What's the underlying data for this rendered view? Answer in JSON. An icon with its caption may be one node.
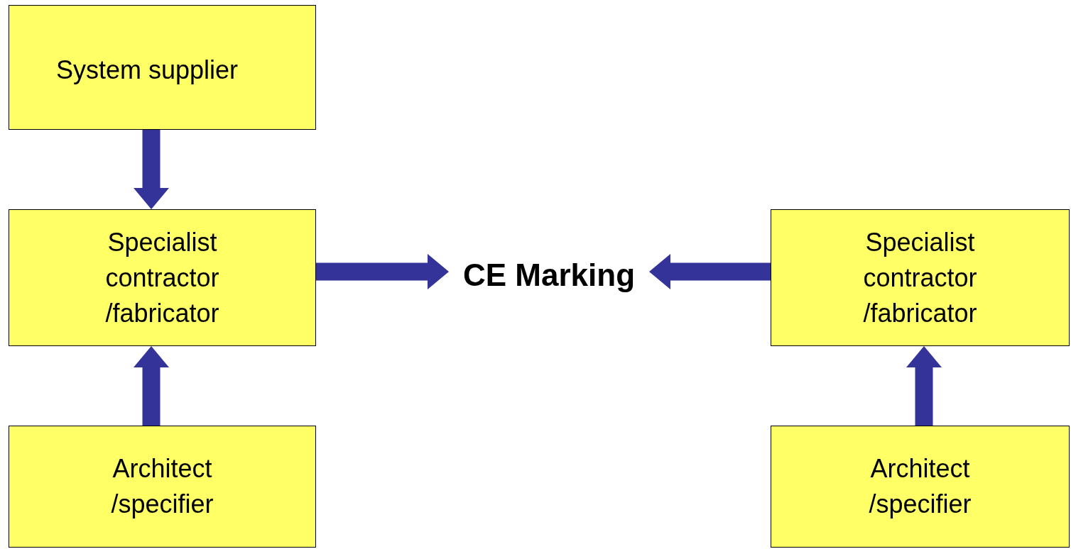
{
  "diagram": {
    "nodes": [
      {
        "text": [
          "System supplier"
        ]
      },
      {
        "text": [
          "Specialist contractor /fabricator"
        ]
      },
      {
        "text": [
          "CE Marking"
        ]
      },
      {
        "text": [
          "Specialist contractor /fabricator"
        ]
      },
      {
        "text": [
          "Architect /specifier"
        ]
      },
      {
        "text": [
          "Architect /specifier"
        ]
      }
    ],
    "edges": [
      {
        "from": 0,
        "to": 1,
        "arrow": "to"
      },
      {
        "from": 4,
        "to": 1,
        "arrow": "to"
      },
      {
        "from": 1,
        "to": 2,
        "arrow": "to"
      },
      {
        "from": 3,
        "to": 2,
        "arrow": "to"
      },
      {
        "from": 5,
        "to": 3,
        "arrow": "to"
      }
    ]
  }
}
